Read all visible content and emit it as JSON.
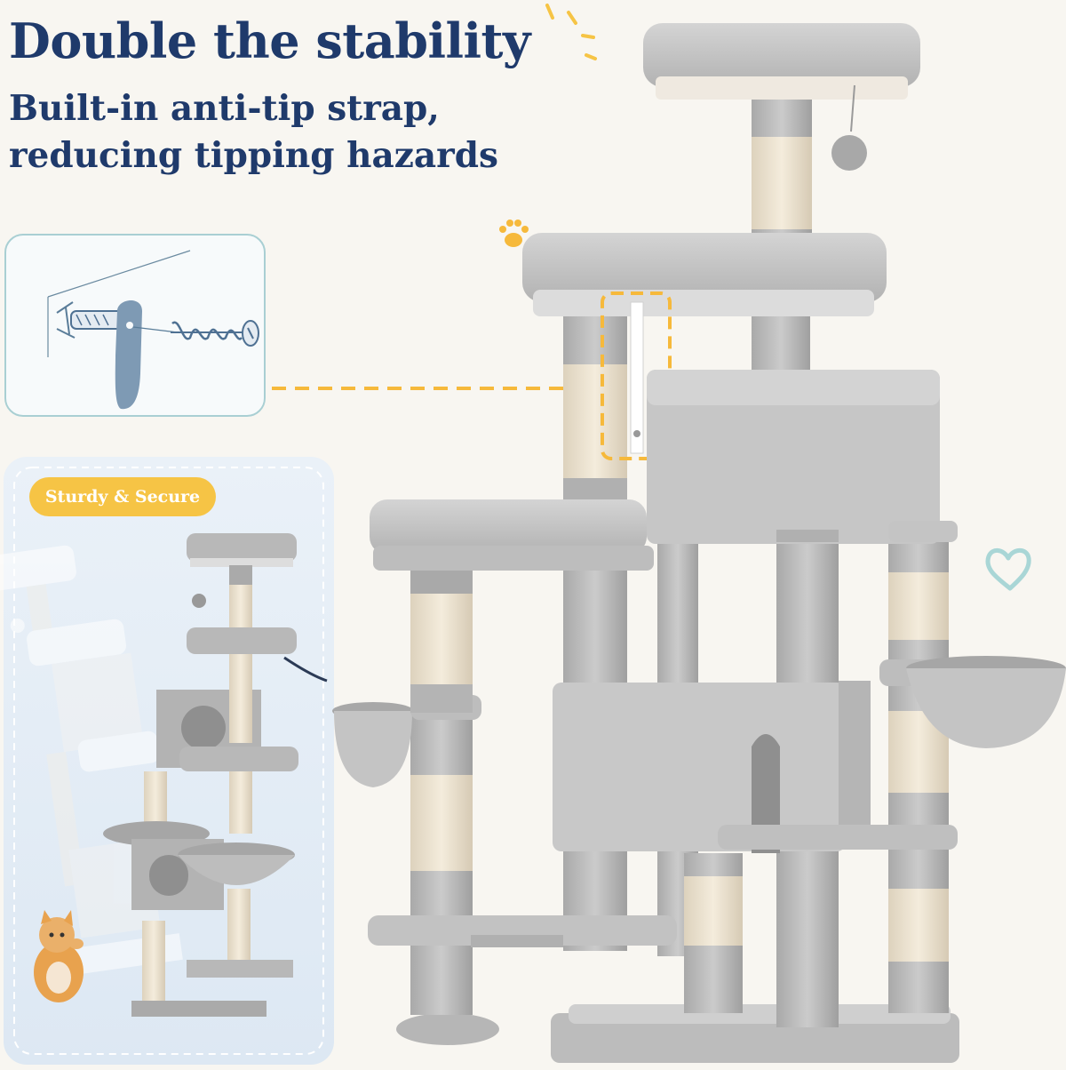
{
  "headline": {
    "title": "Double the stability",
    "subtitle_line1": "Built-in anti-tip strap,",
    "subtitle_line2": "reducing tipping hazards"
  },
  "badge": {
    "label": "Sturdy & Secure"
  },
  "colors": {
    "navy": "#1f3a6b",
    "accent_yellow": "#f6c445",
    "background": "#f8f6f1",
    "plush_gray": "#c6c6c6",
    "sisal": "#eee4cf",
    "heart_teal": "#a9d6d6"
  },
  "icons": [
    "paw-icon",
    "heart-icon",
    "sparkle-icon",
    "screw-icon",
    "wall-anchor-icon",
    "cat-icon"
  ]
}
